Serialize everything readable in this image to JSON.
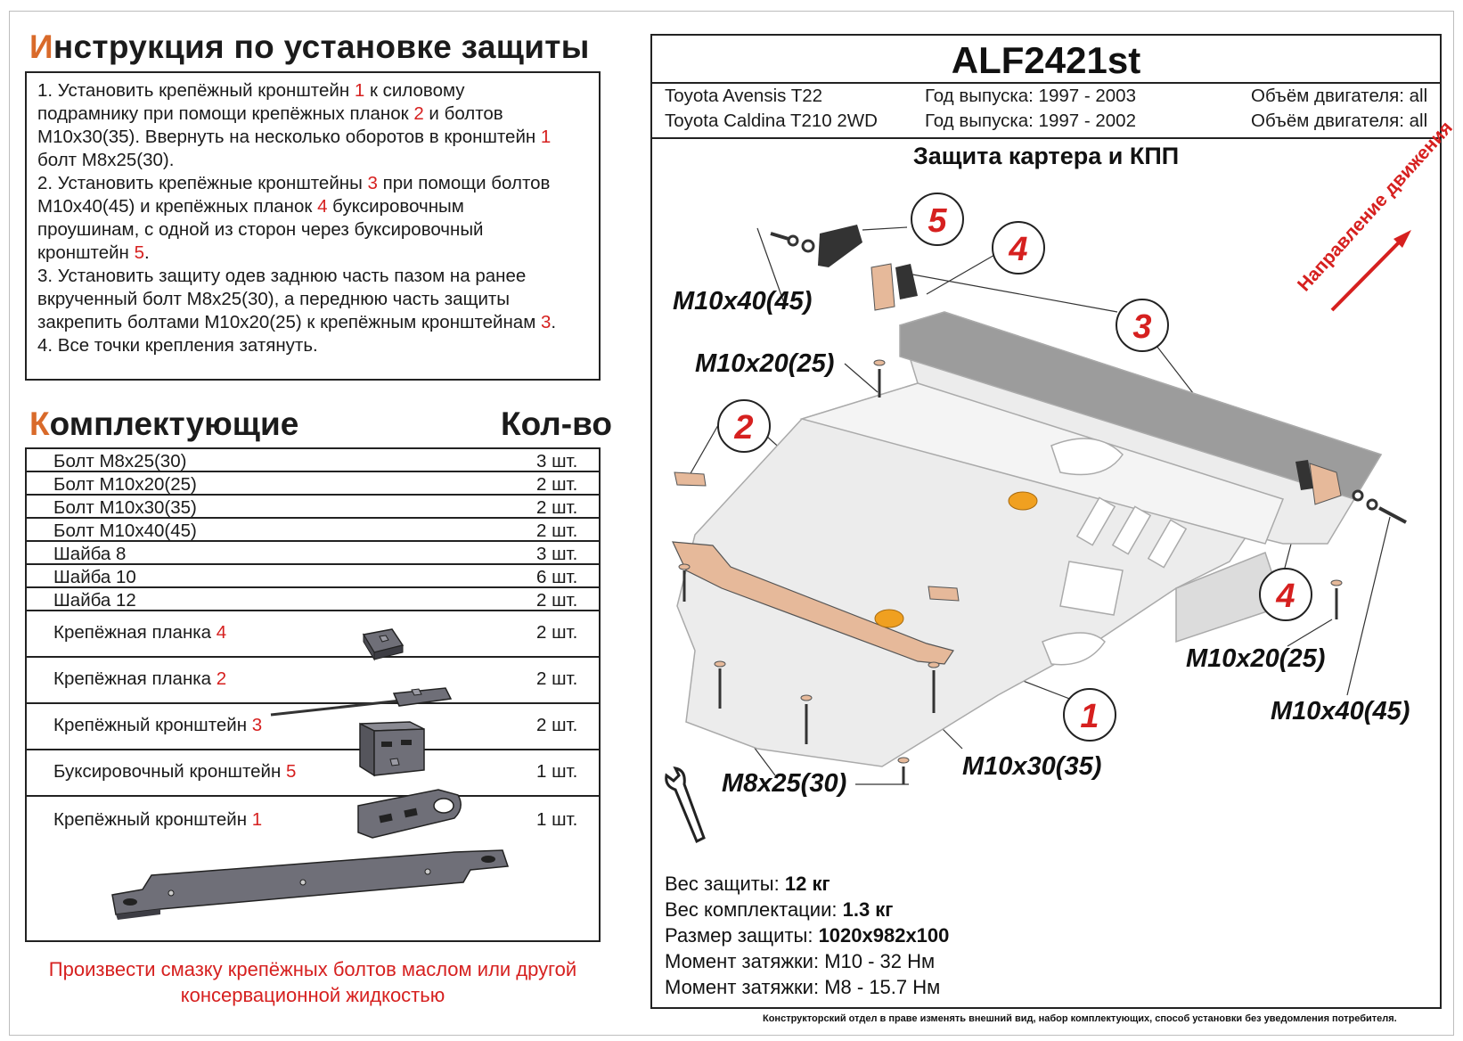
{
  "instructions": {
    "title_first": "И",
    "title_rest": "нструкция по установке защиты",
    "lines": [
      [
        {
          "t": "1.   Установить крепёжный кронштейн "
        },
        {
          "t": "1",
          "r": true
        },
        {
          "t": " к силовому"
        }
      ],
      [
        {
          "t": "подрамнику при помощи крепёжных планок "
        },
        {
          "t": "2",
          "r": true
        },
        {
          "t": " и болтов"
        }
      ],
      [
        {
          "t": "М10х30(35). Ввернуть на несколько оборотов в кронштейн "
        },
        {
          "t": "1",
          "r": true
        }
      ],
      [
        {
          "t": "болт М8х25(30)."
        }
      ],
      [
        {
          "t": "2.   Установить крепёжные кронштейны "
        },
        {
          "t": "3",
          "r": true
        },
        {
          "t": " при помощи болтов"
        }
      ],
      [
        {
          "t": "М10х40(45) и крепёжных планок "
        },
        {
          "t": "4",
          "r": true
        },
        {
          "t": " буксировочным"
        }
      ],
      [
        {
          "t": "проушинам, с одной из сторон через буксировочный"
        }
      ],
      [
        {
          "t": "кронштейн "
        },
        {
          "t": "5",
          "r": true
        },
        {
          "t": "."
        }
      ],
      [
        {
          "t": "3.   Установить защиту одев заднюю часть пазом на ранее"
        }
      ],
      [
        {
          "t": "вкрученный болт М8х25(30), а переднюю часть защиты"
        }
      ],
      [
        {
          "t": "закрепить болтами М10х20(25) к крепёжным кронштейнам "
        },
        {
          "t": "3",
          "r": true
        },
        {
          "t": "."
        }
      ],
      [
        {
          "t": "4.   Все точки крепления затянуть."
        }
      ]
    ]
  },
  "components": {
    "title_first": "К",
    "title_rest": "омплектующие",
    "qty_header": "Кол-во",
    "items": [
      {
        "name": "Болт М8х25(30)",
        "num": "",
        "qty": "3 шт."
      },
      {
        "name": "Болт М10х20(25)",
        "num": "",
        "qty": "2 шт."
      },
      {
        "name": "Болт М10х30(35)",
        "num": "",
        "qty": "2 шт."
      },
      {
        "name": "Болт М10х40(45)",
        "num": "",
        "qty": "2 шт."
      },
      {
        "name": "Шайба 8",
        "num": "",
        "qty": "3 шт."
      },
      {
        "name": "Шайба 10",
        "num": "",
        "qty": "6 шт."
      },
      {
        "name": "Шайба 12",
        "num": "",
        "qty": "2 шт."
      },
      {
        "name": "Крепёжная планка ",
        "num": "4",
        "qty": "2 шт."
      },
      {
        "name": "Крепёжная планка ",
        "num": "2",
        "qty": "2 шт."
      },
      {
        "name": "Крепёжный кронштейн ",
        "num": "3",
        "qty": "2 шт."
      },
      {
        "name": "Буксировочный кронштейн ",
        "num": "5",
        "qty": "1 шт."
      },
      {
        "name": "Крепёжный кронштейн ",
        "num": "1",
        "qty": "1 шт."
      }
    ],
    "note": "Произвести смазку крепёжных болтов маслом или другой консервационной жидкостью"
  },
  "product": {
    "code": "ALF2421st",
    "cars": [
      {
        "model": "Toyota Avensis T22",
        "years": "Год выпуска: 1997 - 2003",
        "engine": "Объём двигателя: all"
      },
      {
        "model": "Toyota Caldina T210 2WD",
        "years": "Год выпуска: 1997 - 2002",
        "engine": "Объём двигателя: all"
      }
    ],
    "subtitle": "Защита картера и КПП",
    "direction": "Направление движения",
    "callouts": {
      "m10x40_a": "М10х40(45)",
      "m10x20_a": "М10х20(25)",
      "m10x20_b": "М10х20(25)",
      "m10x40_b": "М10х40(45)",
      "m8x25": "М8х25(30)",
      "m10x30": "М10х30(35)"
    },
    "markers": [
      "1",
      "2",
      "3",
      "4",
      "4",
      "5"
    ],
    "specs": [
      {
        "label": "Вес защиты: ",
        "value": "12 кг",
        "bold": true
      },
      {
        "label": "Вес комплектации: ",
        "value": "1.3 кг",
        "bold": true
      },
      {
        "label": "Размер защиты: ",
        "value": "1020х982х100",
        "bold": true
      },
      {
        "label": "Момент затяжки:  ",
        "value": "М10 - 32 Нм",
        "bold": false
      },
      {
        "label": "Момент затяжки:  ",
        "value": "М8 - 15.7 Нм",
        "bold": false
      }
    ],
    "disclaimer": "Конструкторский отдел в праве изменять внешний вид, набор комплектующих, способ установки без уведомления потребителя.",
    "colors": {
      "accent_red": "#d6201f",
      "title_orange": "#d96a2a",
      "bracket_copper": "#e6b99a"
    }
  }
}
